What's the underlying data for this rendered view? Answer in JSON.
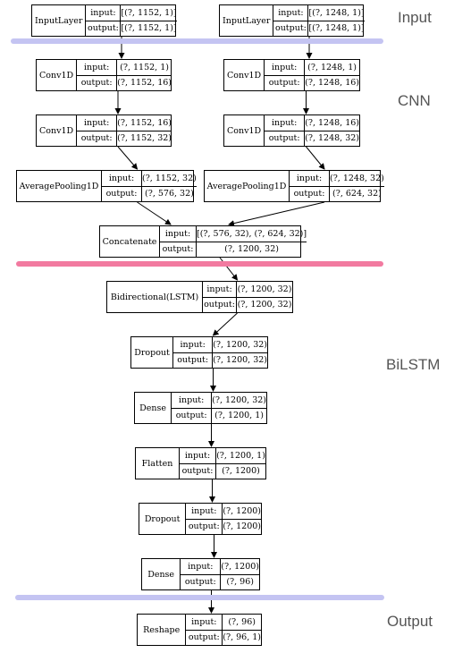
{
  "colors": {
    "input_band": "#c4c4f2",
    "cnn_band": "#f27aa0",
    "output_band": "#c4c4f2",
    "label_text": "#555555",
    "edge": "#000000"
  },
  "sections": {
    "input": "Input",
    "cnn": "CNN",
    "bilstm": "BiLSTM",
    "output": "Output"
  },
  "row_labels": {
    "input": "input:",
    "output": "output:"
  },
  "nodes": [
    {
      "id": "input-a",
      "name": "InputLayer",
      "input": "[(?, 1152, 1)]",
      "output": "[(?, 1152, 1)]"
    },
    {
      "id": "input-b",
      "name": "InputLayer",
      "input": "[(?, 1248, 1)]",
      "output": "[(?, 1248, 1)]"
    },
    {
      "id": "conv1-a",
      "name": "Conv1D",
      "input": "(?, 1152, 1)",
      "output": "(?, 1152, 16)"
    },
    {
      "id": "conv1-b",
      "name": "Conv1D",
      "input": "(?, 1248, 1)",
      "output": "(?, 1248, 16)"
    },
    {
      "id": "conv2-a",
      "name": "Conv1D",
      "input": "(?, 1152, 16)",
      "output": "(?, 1152, 32)"
    },
    {
      "id": "conv2-b",
      "name": "Conv1D",
      "input": "(?, 1248, 16)",
      "output": "(?, 1248, 32)"
    },
    {
      "id": "pool-a",
      "name": "AveragePooling1D",
      "input": "(?, 1152, 32)",
      "output": "(?, 576, 32)"
    },
    {
      "id": "pool-b",
      "name": "AveragePooling1D",
      "input": "(?, 1248, 32)",
      "output": "(?, 624, 32)"
    },
    {
      "id": "concat",
      "name": "Concatenate",
      "input": "[(?, 576, 32), (?, 624, 32)]",
      "output": "(?, 1200, 32)"
    },
    {
      "id": "bilstm",
      "name": "Bidirectional(LSTM)",
      "input": "(?, 1200, 32)",
      "output": "(?, 1200, 32)"
    },
    {
      "id": "dropout1",
      "name": "Dropout",
      "input": "(?, 1200, 32)",
      "output": "(?, 1200, 32)"
    },
    {
      "id": "dense1",
      "name": "Dense",
      "input": "(?, 1200, 32)",
      "output": "(?, 1200, 1)"
    },
    {
      "id": "flatten",
      "name": "Flatten",
      "input": "(?, 1200, 1)",
      "output": "(?, 1200)"
    },
    {
      "id": "dropout2",
      "name": "Dropout",
      "input": "(?, 1200)",
      "output": "(?, 1200)"
    },
    {
      "id": "dense2",
      "name": "Dense",
      "input": "(?, 1200)",
      "output": "(?, 96)"
    },
    {
      "id": "reshape",
      "name": "Reshape",
      "input": "(?, 96)",
      "output": "(?, 96, 1)"
    }
  ],
  "edges": [
    [
      "input-a",
      "conv1-a"
    ],
    [
      "input-b",
      "conv1-b"
    ],
    [
      "conv1-a",
      "conv2-a"
    ],
    [
      "conv1-b",
      "conv2-b"
    ],
    [
      "conv2-a",
      "pool-a"
    ],
    [
      "conv2-b",
      "pool-b"
    ],
    [
      "pool-a",
      "concat"
    ],
    [
      "pool-b",
      "concat"
    ],
    [
      "concat",
      "bilstm"
    ],
    [
      "bilstm",
      "dropout1"
    ],
    [
      "dropout1",
      "dense1"
    ],
    [
      "dense1",
      "flatten"
    ],
    [
      "flatten",
      "dropout2"
    ],
    [
      "dropout2",
      "dense2"
    ],
    [
      "dense2",
      "reshape"
    ]
  ]
}
